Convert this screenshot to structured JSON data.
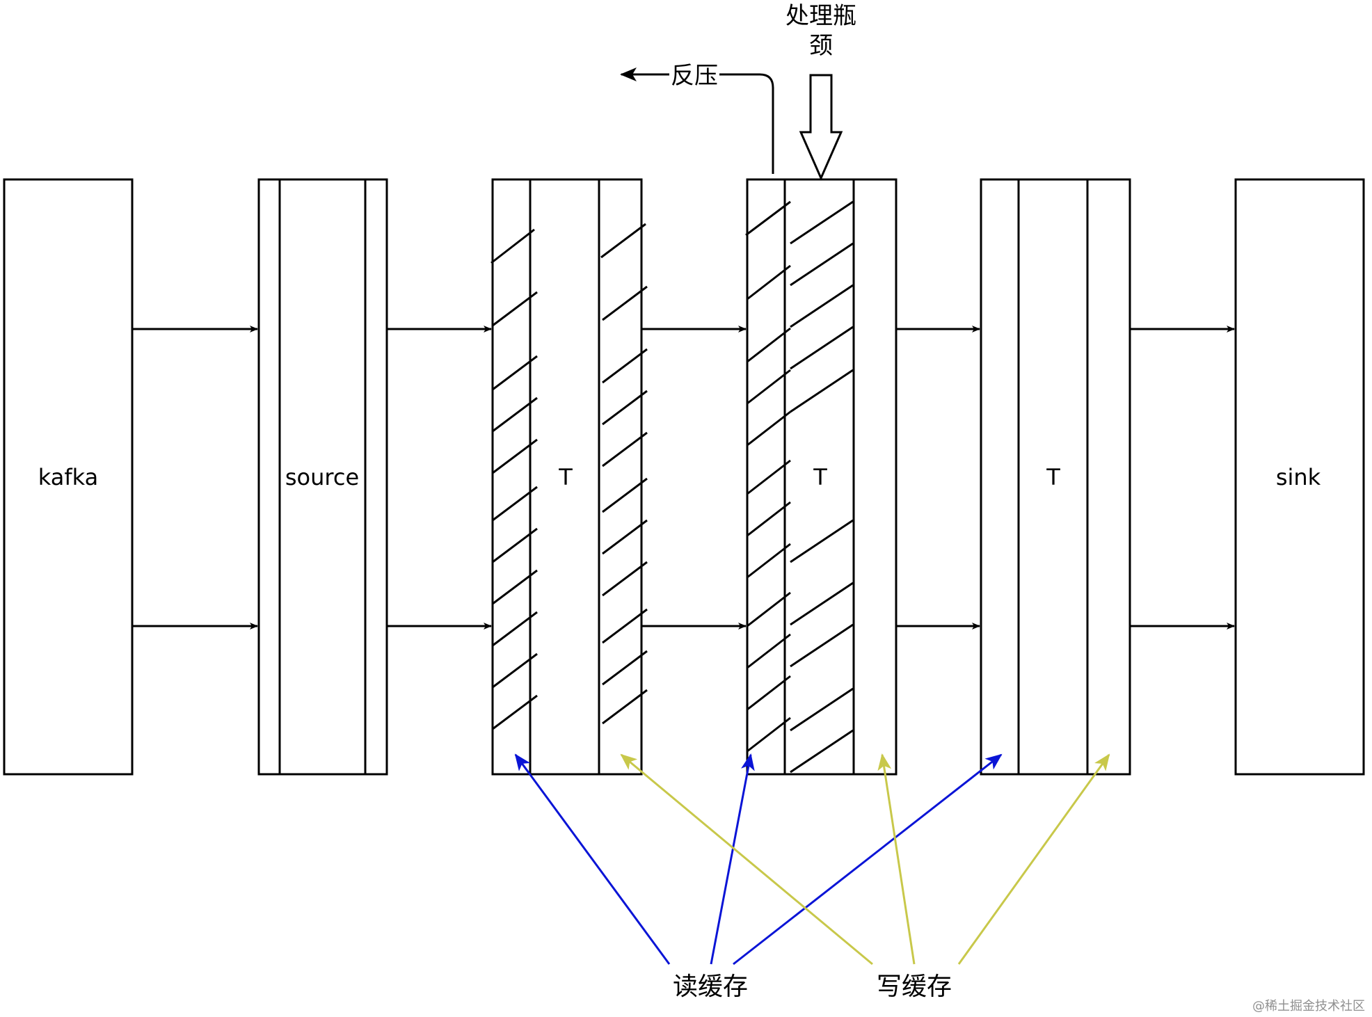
{
  "nodes": {
    "kafka": "kafka",
    "source": "source",
    "task1": "T",
    "task2": "T",
    "task3": "T",
    "sink": "sink"
  },
  "annotations": {
    "bottleneck_line1": "处理瓶",
    "bottleneck_line2": "颈",
    "backpressure": "反压",
    "read_buffer": "读缓存",
    "write_buffer": "写缓存"
  },
  "watermark": "@稀土掘金技术社区",
  "colors": {
    "read_arrow": "#0a14d6",
    "write_arrow": "#c8c84a",
    "stroke": "#000000"
  }
}
